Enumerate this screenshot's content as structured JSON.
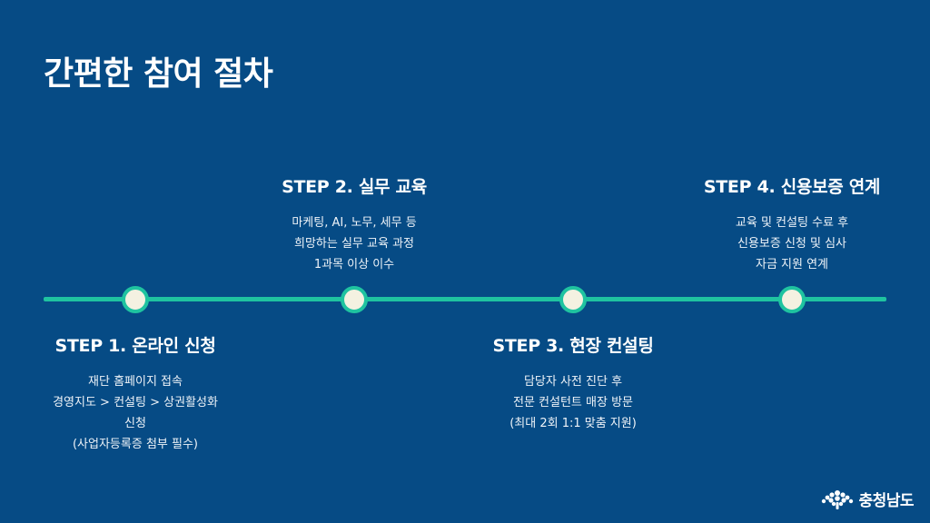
{
  "title": "간편한 참여 절차",
  "steps": [
    {
      "title": "STEP 1. 온라인 신청",
      "lines": [
        "재단 홈페이지 접속",
        "경영지도 > 컨설팅 > 상권활성화",
        "신청",
        "(사업자등록증 첨부 필수)"
      ]
    },
    {
      "title": "STEP 2. 실무 교육",
      "lines": [
        "마케팅, AI, 노무, 세무 등",
        "희망하는 실무 교육 과정",
        "1과목 이상 이수"
      ]
    },
    {
      "title": "STEP 3. 현장 컨설팅",
      "lines": [
        "담당자 사전 진단 후",
        "전문 컨설턴트 매장 방문",
        "(최대 2회 1:1 맞춤 지원)"
      ]
    },
    {
      "title": "STEP 4. 신용보증 연계",
      "lines": [
        "교육 및 컨설팅 수료 후",
        "신용보증 신청 및 심사",
        "자금 지원 연계"
      ]
    }
  ],
  "logo": {
    "text": "충청남도",
    "icon": "chungnam-emblem-icon"
  },
  "colors": {
    "background": "#064b85",
    "accent": "#1fc3a0",
    "node_fill": "#f4f1e1",
    "text": "#ffffff"
  }
}
